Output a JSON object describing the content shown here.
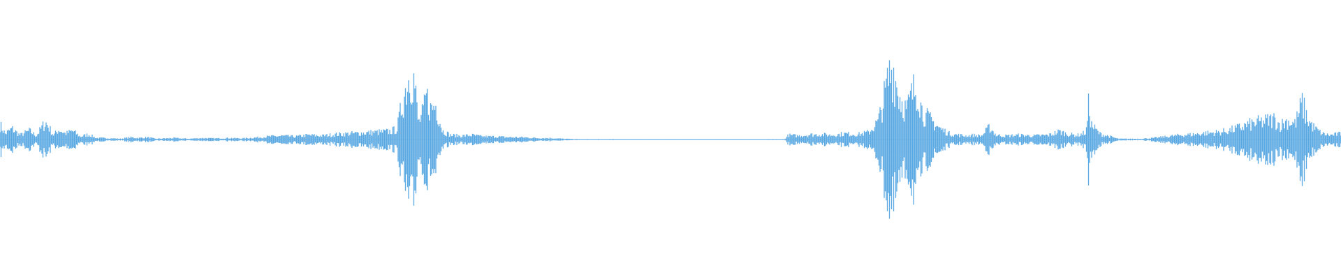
{
  "waveform": {
    "color": "#5aa9e3",
    "amplitude_envelope": [
      [
        0.0,
        0.2
      ],
      [
        0.004,
        0.08
      ],
      [
        0.009,
        0.15
      ],
      [
        0.015,
        0.06
      ],
      [
        0.022,
        0.12
      ],
      [
        0.027,
        0.05
      ],
      [
        0.034,
        0.24
      ],
      [
        0.04,
        0.06
      ],
      [
        0.044,
        0.14
      ],
      [
        0.049,
        0.08
      ],
      [
        0.054,
        0.12
      ],
      [
        0.06,
        0.04
      ],
      [
        0.066,
        0.07
      ],
      [
        0.072,
        0.02
      ],
      [
        0.08,
        0.02
      ],
      [
        0.09,
        0.01
      ],
      [
        0.097,
        0.03
      ],
      [
        0.104,
        0.02
      ],
      [
        0.11,
        0.03
      ],
      [
        0.116,
        0.01
      ],
      [
        0.13,
        0.02
      ],
      [
        0.14,
        0.01
      ],
      [
        0.15,
        0.02
      ],
      [
        0.16,
        0.015
      ],
      [
        0.17,
        0.02
      ],
      [
        0.18,
        0.015
      ],
      [
        0.19,
        0.025
      ],
      [
        0.2,
        0.04
      ],
      [
        0.21,
        0.05
      ],
      [
        0.22,
        0.04
      ],
      [
        0.23,
        0.06
      ],
      [
        0.24,
        0.05
      ],
      [
        0.25,
        0.07
      ],
      [
        0.26,
        0.08
      ],
      [
        0.27,
        0.09
      ],
      [
        0.28,
        0.1
      ],
      [
        0.29,
        0.11
      ],
      [
        0.296,
        0.14
      ],
      [
        0.3,
        0.5
      ],
      [
        0.304,
        0.82
      ],
      [
        0.306,
        0.92
      ],
      [
        0.309,
        0.82
      ],
      [
        0.312,
        0.22
      ],
      [
        0.316,
        0.4
      ],
      [
        0.318,
        0.6
      ],
      [
        0.321,
        0.42
      ],
      [
        0.325,
        0.48
      ],
      [
        0.33,
        0.12
      ],
      [
        0.336,
        0.06
      ],
      [
        0.344,
        0.05
      ],
      [
        0.352,
        0.06
      ],
      [
        0.36,
        0.04
      ],
      [
        0.37,
        0.04
      ],
      [
        0.38,
        0.03
      ],
      [
        0.39,
        0.03
      ],
      [
        0.4,
        0.02
      ],
      [
        0.41,
        0.02
      ],
      [
        0.42,
        0.01
      ],
      [
        0.43,
        0.005
      ],
      [
        0.5,
        0.004
      ],
      [
        0.56,
        0.004
      ],
      [
        0.585,
        0.005
      ],
      [
        0.588,
        0.06
      ],
      [
        0.595,
        0.05
      ],
      [
        0.6,
        0.06
      ],
      [
        0.61,
        0.07
      ],
      [
        0.62,
        0.06
      ],
      [
        0.63,
        0.08
      ],
      [
        0.64,
        0.07
      ],
      [
        0.648,
        0.1
      ],
      [
        0.655,
        0.25
      ],
      [
        0.66,
        0.62
      ],
      [
        0.663,
        0.88
      ],
      [
        0.666,
        1.0
      ],
      [
        0.669,
        0.72
      ],
      [
        0.672,
        0.55
      ],
      [
        0.676,
        0.4
      ],
      [
        0.68,
        0.62
      ],
      [
        0.684,
        0.76
      ],
      [
        0.688,
        0.36
      ],
      [
        0.695,
        0.25
      ],
      [
        0.702,
        0.14
      ],
      [
        0.708,
        0.08
      ],
      [
        0.715,
        0.06
      ],
      [
        0.72,
        0.05
      ],
      [
        0.726,
        0.06
      ],
      [
        0.732,
        0.05
      ],
      [
        0.738,
        0.17
      ],
      [
        0.743,
        0.06
      ],
      [
        0.75,
        0.05
      ],
      [
        0.76,
        0.06
      ],
      [
        0.77,
        0.05
      ],
      [
        0.782,
        0.06
      ],
      [
        0.79,
        0.11
      ],
      [
        0.797,
        0.07
      ],
      [
        0.804,
        0.06
      ],
      [
        0.81,
        0.1
      ],
      [
        0.812,
        0.5
      ],
      [
        0.814,
        0.2
      ],
      [
        0.82,
        0.08
      ],
      [
        0.826,
        0.05
      ],
      [
        0.834,
        0.01
      ],
      [
        0.85,
        0.01
      ],
      [
        0.86,
        0.02
      ],
      [
        0.87,
        0.04
      ],
      [
        0.88,
        0.06
      ],
      [
        0.89,
        0.07
      ],
      [
        0.9,
        0.09
      ],
      [
        0.91,
        0.1
      ],
      [
        0.92,
        0.14
      ],
      [
        0.93,
        0.2
      ],
      [
        0.94,
        0.24
      ],
      [
        0.95,
        0.28
      ],
      [
        0.955,
        0.2
      ],
      [
        0.96,
        0.26
      ],
      [
        0.966,
        0.22
      ],
      [
        0.971,
        0.5
      ],
      [
        0.975,
        0.28
      ],
      [
        0.98,
        0.16
      ],
      [
        0.986,
        0.08
      ],
      [
        0.992,
        0.06
      ],
      [
        1.0,
        0.08
      ]
    ]
  }
}
